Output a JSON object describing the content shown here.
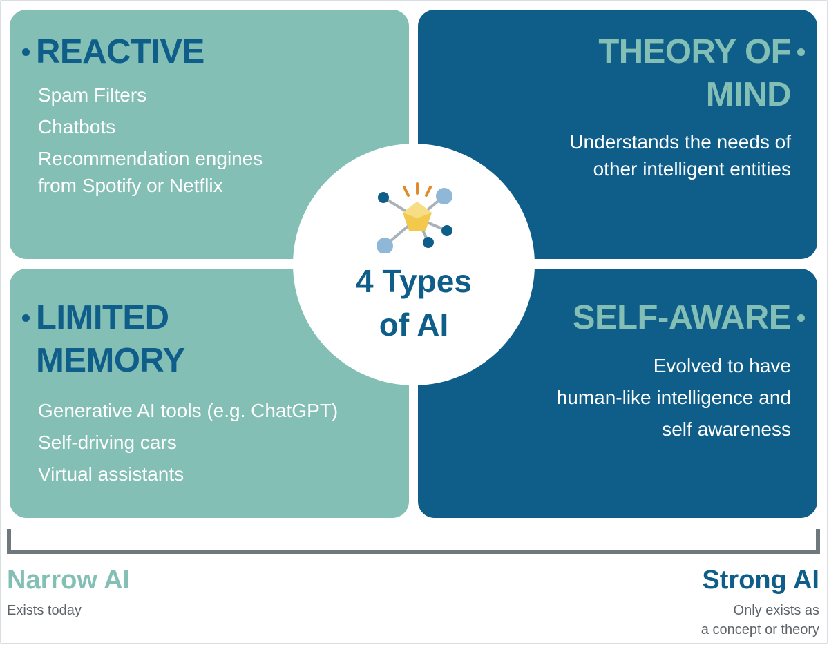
{
  "colors": {
    "teal": "#83bfb5",
    "navy": "#0f5e89",
    "bracket": "#6f787d",
    "icon_gold": "#f2c94c",
    "icon_orange": "#e08a2c",
    "icon_light_node": "#8fb8d8",
    "icon_dark_node": "#0f5e89"
  },
  "center": {
    "icon": "ai-network-icon",
    "title_line1": "4 Types",
    "title_line2": "of AI"
  },
  "quadrants": {
    "reactive": {
      "title": "REACTIVE",
      "items": [
        "Spam Filters",
        "Chatbots",
        "Recommendation engines",
        "from Spotify or Netflix"
      ]
    },
    "theory_of_mind": {
      "title_line1": "THEORY OF",
      "title_line2": "MIND",
      "description_lines": [
        "Understands the needs of",
        "other intelligent entities"
      ]
    },
    "limited_memory": {
      "title_line1": "LIMITED",
      "title_line2": "MEMORY",
      "items": [
        "Generative AI tools (e.g. ChatGPT)",
        "Self-driving cars",
        "Virtual assistants"
      ]
    },
    "self_aware": {
      "title": "SELF-AWARE",
      "description_lines": [
        "Evolved to have",
        "human-like intelligence and",
        "self awareness"
      ]
    }
  },
  "scale": {
    "left_label": "Narrow AI",
    "left_sub": "Exists today",
    "right_label": "Strong AI",
    "right_sub_line1": "Only exists as",
    "right_sub_line2": "a concept or theory"
  }
}
